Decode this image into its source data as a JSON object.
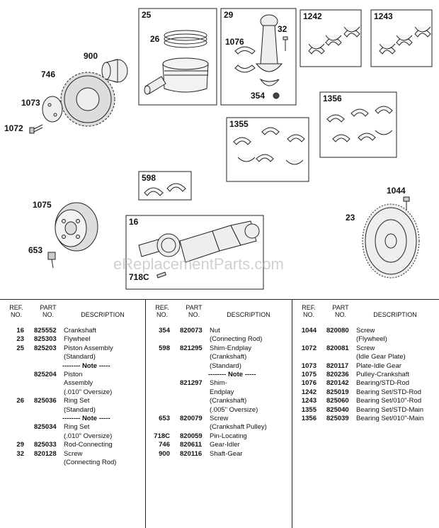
{
  "watermark": "eReplacementParts.com",
  "diagram": {
    "box_labels": [
      "25",
      "29",
      "1242",
      "1243",
      "1356",
      "1355",
      "598",
      "16"
    ],
    "callouts": [
      "26",
      "1076",
      "32",
      "354",
      "900",
      "746",
      "1073",
      "1072",
      "1075",
      "653",
      "718C",
      "1044",
      "23"
    ]
  },
  "table": {
    "headers": {
      "ref": "REF. NO.",
      "part": "PART NO.",
      "desc": "DESCRIPTION"
    },
    "columns": [
      [
        {
          "ref": "16",
          "part": "825552",
          "desc": [
            "Crankshaft"
          ]
        },
        {
          "ref": "23",
          "part": "825303",
          "desc": [
            "Flywheel"
          ]
        },
        {
          "ref": "25",
          "part": "825203",
          "desc": [
            "Piston Assembly",
            "(Standard)"
          ]
        },
        {
          "note": "-------- Note -----",
          "part": "825204",
          "desc": [
            "Piston",
            "Assembly",
            "(.010\" Oversize)"
          ]
        },
        {
          "ref": "26",
          "part": "825036",
          "desc": [
            "Ring Set",
            "(Standard)"
          ]
        },
        {
          "note": "-------- Note -----",
          "part": "825034",
          "desc": [
            "Ring Set",
            "(.010\" Oversize)"
          ]
        },
        {
          "ref": "29",
          "part": "825033",
          "desc": [
            "Rod-Connecting"
          ]
        },
        {
          "ref": "32",
          "part": "820128",
          "desc": [
            "Screw",
            "(Connecting Rod)"
          ]
        }
      ],
      [
        {
          "ref": "354",
          "part": "820073",
          "desc": [
            "Nut",
            "(Connecting Rod)"
          ]
        },
        {
          "ref": "598",
          "part": "821295",
          "desc": [
            "Shim-Endplay",
            "(Crankshaft)",
            "(Standard)"
          ]
        },
        {
          "note": "-------- Note -----",
          "part": "821297",
          "desc": [
            "Shim-",
            "Endplay",
            "(Crankshaft)",
            "(.005\" Oversize)"
          ]
        },
        {
          "ref": "653",
          "part": "820079",
          "desc": [
            "Screw",
            "(Crankshaft Pulley)"
          ]
        },
        {
          "ref": "718C",
          "part": "820059",
          "desc": [
            "Pin-Locating"
          ]
        },
        {
          "ref": "746",
          "part": "820611",
          "desc": [
            "Gear-Idler"
          ]
        },
        {
          "ref": "900",
          "part": "820116",
          "desc": [
            "Shaft-Gear"
          ]
        }
      ],
      [
        {
          "ref": "1044",
          "part": "820080",
          "desc": [
            "Screw",
            "(Flywheel)"
          ]
        },
        {
          "ref": "1072",
          "part": "820081",
          "desc": [
            "Screw",
            "(Idle Gear Plate)"
          ]
        },
        {
          "ref": "1073",
          "part": "820117",
          "desc": [
            "Plate-Idle Gear"
          ]
        },
        {
          "ref": "1075",
          "part": "820236",
          "desc": [
            "Pulley-Crankshaft"
          ]
        },
        {
          "ref": "1076",
          "part": "820142",
          "desc": [
            "Bearing/STD-Rod"
          ]
        },
        {
          "ref": "1242",
          "part": "825019",
          "desc": [
            "Bearing Set/STD-Rod"
          ]
        },
        {
          "ref": "1243",
          "part": "825060",
          "desc": [
            "Bearing Set/010\"-Rod"
          ]
        },
        {
          "ref": "1355",
          "part": "825040",
          "desc": [
            "Bearing Set/STD-Main"
          ]
        },
        {
          "ref": "1356",
          "part": "825039",
          "desc": [
            "Bearing Set/010\"-Main"
          ]
        }
      ]
    ]
  }
}
